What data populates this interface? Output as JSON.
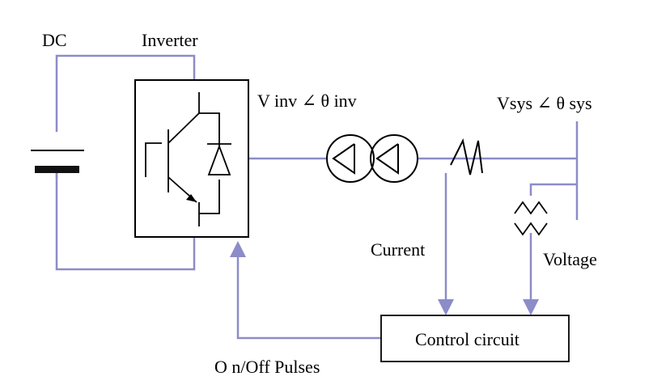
{
  "labels": {
    "dc": "DC",
    "inverter": "Inverter",
    "v_inv": "V inv  ∠  θ inv",
    "v_sys": "Vsys  ∠  θ sys",
    "current": "Current",
    "voltage": "Voltage",
    "control": "Control circuit",
    "pulses": "O n/Off  Pulses"
  },
  "colors": {
    "wire": "#8c8cc8",
    "symbol": "#000000",
    "background": "#ffffff"
  },
  "icons": {
    "source": "battery-icon",
    "switch": "igbt-icon",
    "diode": "diode-icon",
    "transformer": "transformer-icon",
    "current_sensor": "current-transformer-icon",
    "voltage_sensor": "voltage-transformer-icon"
  }
}
